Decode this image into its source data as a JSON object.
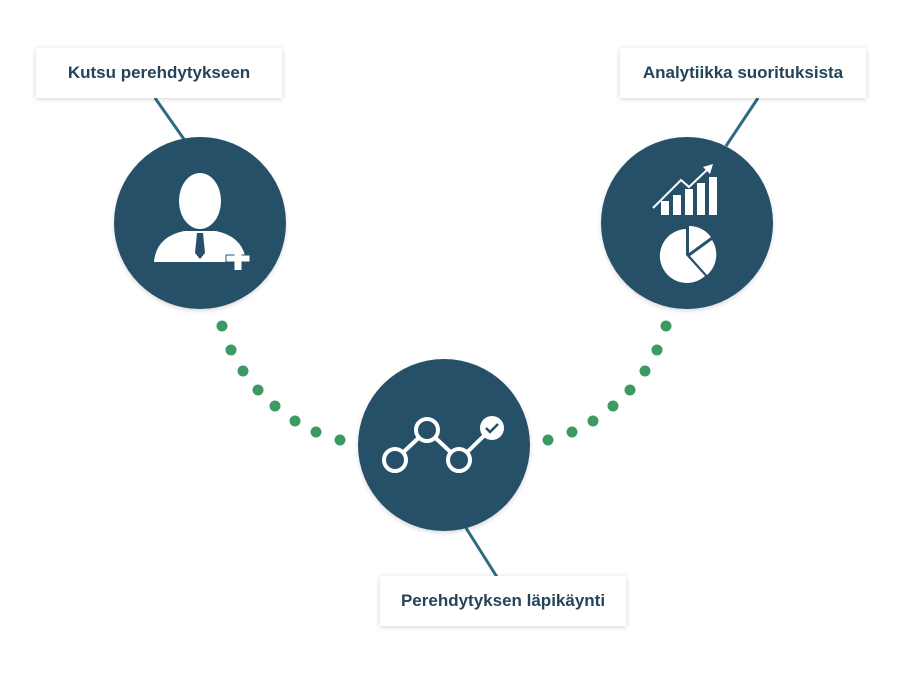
{
  "steps": [
    {
      "label": "Kutsu perehdytykseen",
      "icon": "user-add-icon"
    },
    {
      "label": "Perehdytyksen läpikäynti",
      "icon": "progress-path-check-icon"
    },
    {
      "label": "Analytiikka suorituksista",
      "icon": "analytics-chart-icon"
    }
  ],
  "colors": {
    "circle": "#265068",
    "connector": "#2f6a85",
    "dots": "#3e9a63",
    "label_text": "#24445a"
  }
}
